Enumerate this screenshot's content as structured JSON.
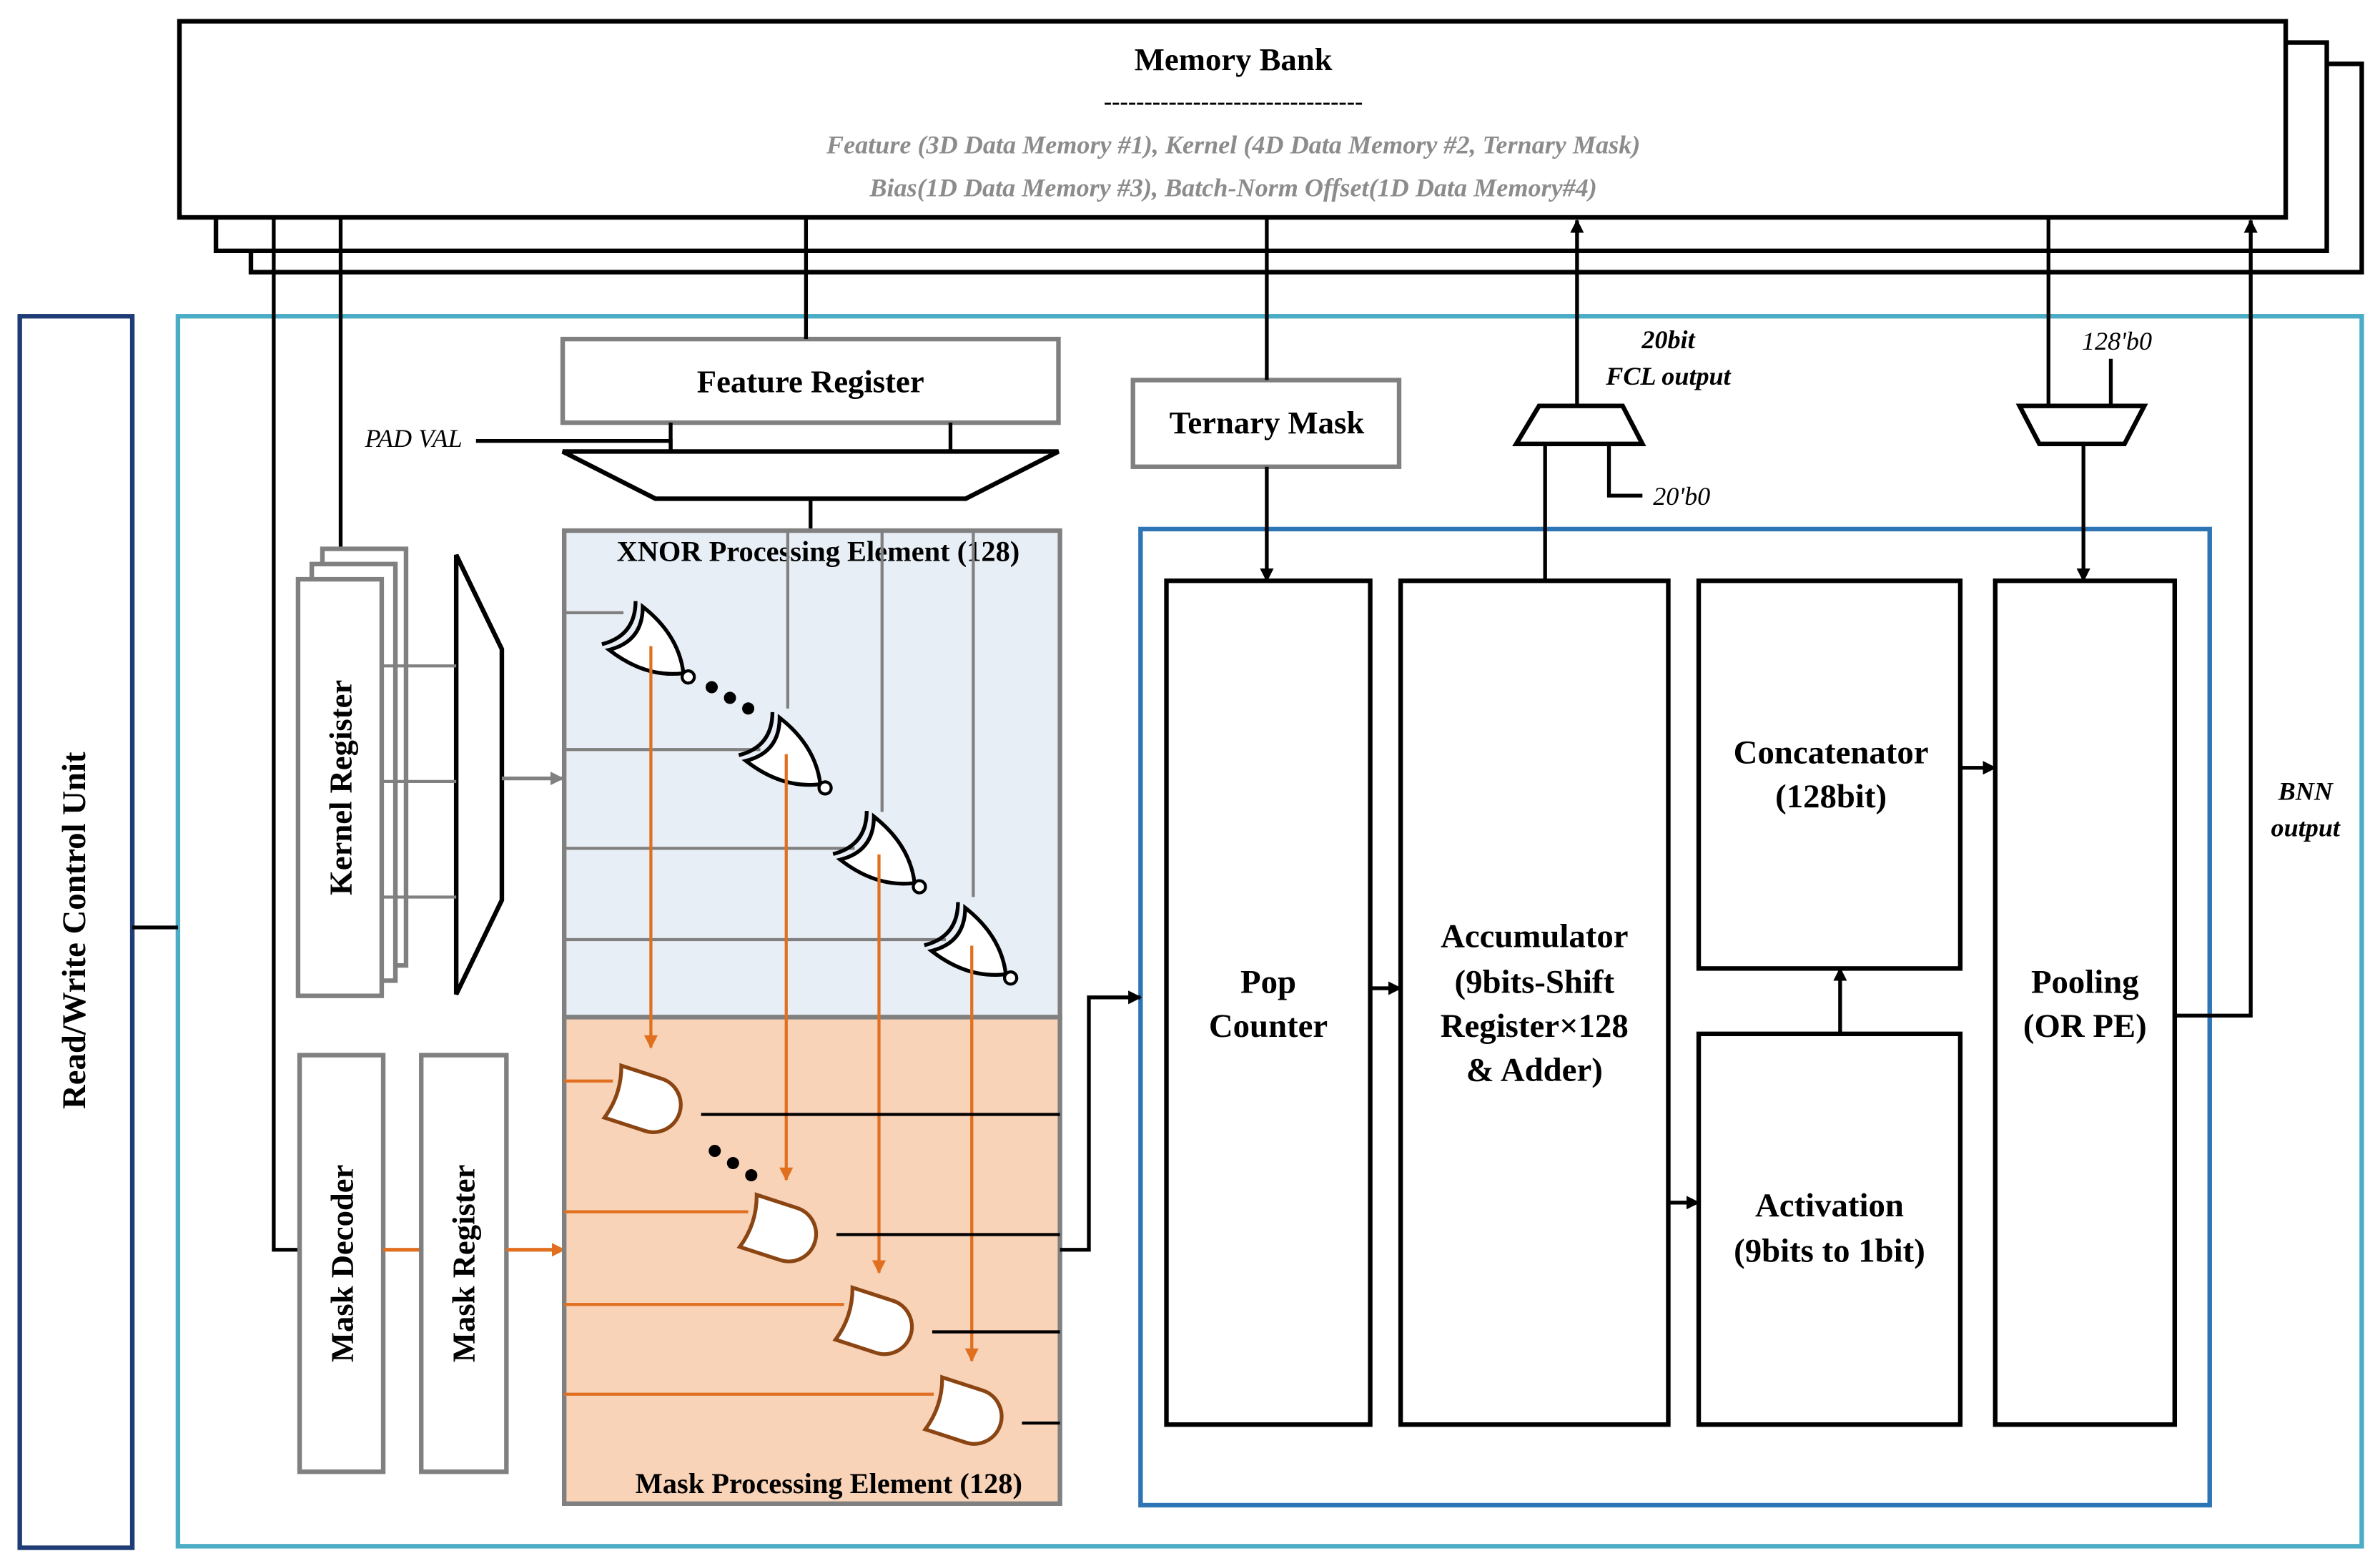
{
  "memory_bank": {
    "title": "Memory Bank",
    "separator": "--------------------------------",
    "line1": "Feature  (3D Data Memory #1), Kernel (4D Data Memory #2, Ternary Mask)",
    "line2": "Bias(1D Data Memory #3), Batch-Norm Offset(1D Data Memory#4)"
  },
  "control_unit": {
    "label": "Read/Write Control Unit"
  },
  "feature_register": {
    "label": "Feature Register"
  },
  "pad_val": {
    "label": "PAD VAL"
  },
  "ternary_mask": {
    "label": "Ternary Mask"
  },
  "fcl_output": {
    "line1": "20bit",
    "line2": "FCL output",
    "zero": "20'b0"
  },
  "bnn_zero": {
    "label": "128'b0"
  },
  "bnn_output": {
    "line1": "BNN",
    "line2": "output"
  },
  "kernel_register": {
    "label": "Kernel Register"
  },
  "mask_decoder": {
    "label": "Mask Decoder"
  },
  "mask_register": {
    "label": "Mask Register"
  },
  "xnor_pe": {
    "label": "XNOR Processing Element (128)"
  },
  "mask_pe": {
    "label": "Mask Processing Element (128)"
  },
  "pop_counter": {
    "line1": "Pop",
    "line2": "Counter"
  },
  "accumulator": {
    "line1": "Accumulator",
    "line2": "(9bits-Shift",
    "line3": "Register×128",
    "line4": "& Adder)"
  },
  "concatenator": {
    "line1": "Concatenator",
    "line2": "(128bit)"
  },
  "activation": {
    "line1": "Activation",
    "line2": "(9bits to 1bit)"
  },
  "pooling": {
    "line1": "Pooling",
    "line2": "(OR PE)"
  },
  "colors": {
    "stroke": "#000000",
    "gray": "#808080",
    "orange": "#E07020",
    "xnor_fill": "#E8EEF5",
    "mask_fill": "#F8D3B8",
    "outer_border": "#4BACC6",
    "datapath_border": "#2E75B6",
    "control_border": "#1F3C75"
  },
  "icons": [
    "xnor-gate-icon",
    "and-gate-icon",
    "mux-icon",
    "arrow-icon",
    "ellipsis-dots"
  ]
}
